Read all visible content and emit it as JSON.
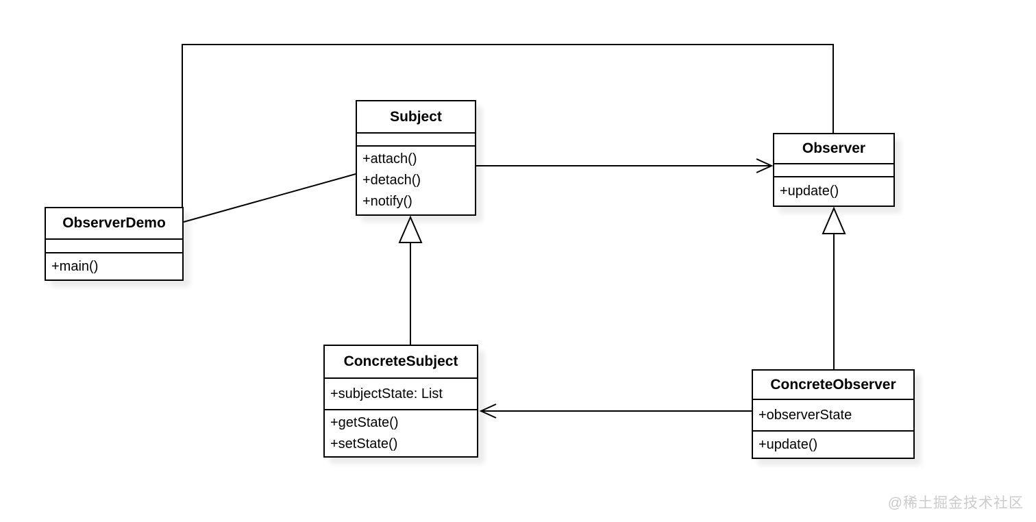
{
  "diagram": {
    "type": "uml-class-diagram",
    "pattern": "Observer",
    "classes": {
      "observer_demo": {
        "name": "ObserverDemo",
        "attributes": [],
        "methods": [
          "+main()"
        ]
      },
      "subject": {
        "name": "Subject",
        "attributes": [],
        "methods": [
          "+attach()",
          "+detach()",
          "+notify()"
        ]
      },
      "observer": {
        "name": "Observer",
        "attributes": [],
        "methods": [
          "+update()"
        ]
      },
      "concrete_subject": {
        "name": "ConcreteSubject",
        "attributes": [
          "+subjectState: List"
        ],
        "methods": [
          "+getState()",
          "+setState()"
        ]
      },
      "concrete_observer": {
        "name": "ConcreteObserver",
        "attributes": [
          "+observerState"
        ],
        "methods": [
          "+update()"
        ]
      }
    },
    "relationships": [
      {
        "from": "ObserverDemo",
        "to": "Observer",
        "type": "association"
      },
      {
        "from": "ObserverDemo",
        "to": "Subject",
        "type": "association"
      },
      {
        "from": "Subject",
        "to": "Observer",
        "type": "directed-association"
      },
      {
        "from": "ConcreteSubject",
        "to": "Subject",
        "type": "generalization"
      },
      {
        "from": "ConcreteObserver",
        "to": "Observer",
        "type": "generalization"
      },
      {
        "from": "ConcreteObserver",
        "to": "ConcreteSubject",
        "type": "directed-association"
      }
    ]
  },
  "watermark": "@稀土掘金技术社区",
  "colors": {
    "line": "#000000",
    "box_fill": "#ffffff",
    "background": "#ffffff",
    "watermark": "#cbcbcb"
  }
}
